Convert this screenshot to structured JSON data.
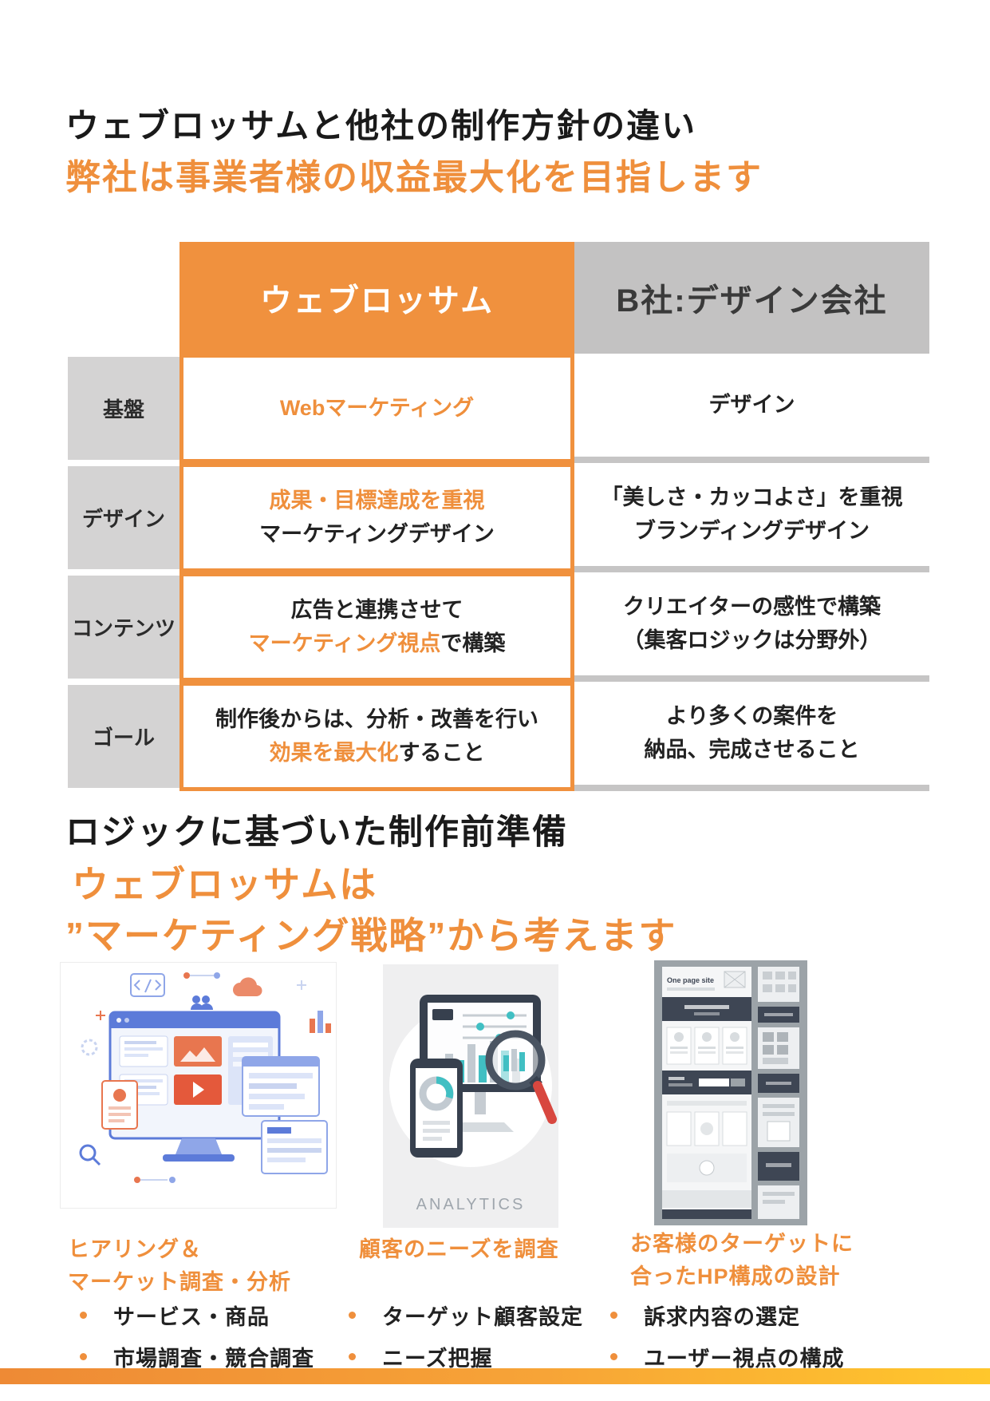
{
  "header": {
    "title": "ウェブロッサムと他社の制作方針の違い",
    "subtitle": "弊社は事業者様の収益最大化を目指します"
  },
  "comparison_table": {
    "col_web": "ウェブロッサム",
    "col_b": "B社:デザイン会社",
    "rows": [
      {
        "label": "基盤",
        "web_l1_hl": "Webマーケティング",
        "b_l1": "デザイン"
      },
      {
        "label": "デザイン",
        "web_l1_hl": "成果・目標達成を重視",
        "web_l2": "マーケティングデザイン",
        "b_l1": "「美しさ・カッコよさ」を重視",
        "b_l2": "ブランディングデザイン"
      },
      {
        "label": "コンテンツ",
        "web_l1": "広告と連携させて",
        "web_l2_hl": "マーケティング視点",
        "web_l2": "で構築",
        "b_l1": "クリエイターの感性で構築",
        "b_l2": "（集客ロジックは分野外）"
      },
      {
        "label": "ゴール",
        "web_l1": "制作後からは、分析・改善を行い",
        "web_l2_hl": "効果を最大化",
        "web_l2": "すること",
        "b_l1": "より多くの案件を",
        "b_l2": "納品、完成させること"
      }
    ]
  },
  "section2": {
    "title": "ロジックに基づいた制作前準備",
    "lead_line1": "ウェブロッサムは",
    "lead_line2": "”マーケティング戦略”から考えます"
  },
  "steps": [
    {
      "caption_line1": "ヒアリング＆",
      "caption_line2": "マーケット調査・分析",
      "bullets": [
        "サービス・商品",
        "市場調査・競合調査"
      ]
    },
    {
      "caption_line1": "顧客のニーズを調査",
      "caption_line2": "",
      "bullets": [
        "ターゲット顧客設定",
        "ニーズ把握"
      ]
    },
    {
      "caption_line1": "お客様のターゲットに",
      "caption_line2": "合ったHP構成の設計",
      "bullets": [
        "訴求内容の選定",
        "ユーザー視点の構成"
      ]
    }
  ],
  "images": {
    "analytics_label": "ANALYTICS",
    "wireframe_title": "One page site"
  },
  "colors": {
    "accent_orange": "#F0913E",
    "header_gray": "#C3C2C2",
    "label_gray": "#D4D3D3",
    "separator_gray": "#C6C5C5",
    "text_black": "#1A1A1A",
    "bar_gradient_start": "#EE8A35",
    "bar_gradient_end": "#FFC72C",
    "teal": "#41BFC3",
    "navy": "#37404E"
  }
}
